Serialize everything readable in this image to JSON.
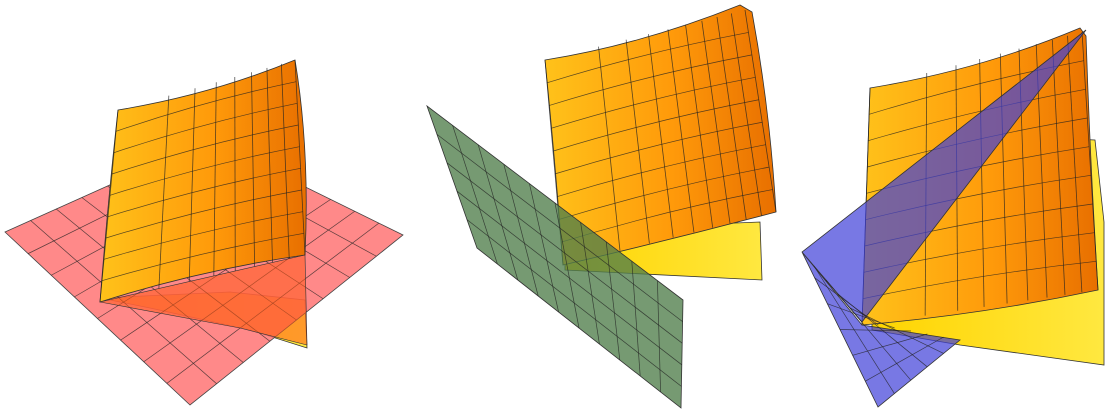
{
  "colors": {
    "background": "#ffffff",
    "red_plane": "#ff6b6b",
    "green_plane": "#4f7d4a",
    "blue_plane": "#3f3fd9",
    "surface_orange_light": "#ffc21a",
    "surface_orange_dark": "#ee7a00",
    "surface_yellow": "#ffe21a",
    "mesh_line": "#222222"
  },
  "panels": [
    {
      "id": "left",
      "plane": "red-plane"
    },
    {
      "id": "middle",
      "plane": "green-plane"
    },
    {
      "id": "right",
      "plane": "blue-plane"
    }
  ]
}
